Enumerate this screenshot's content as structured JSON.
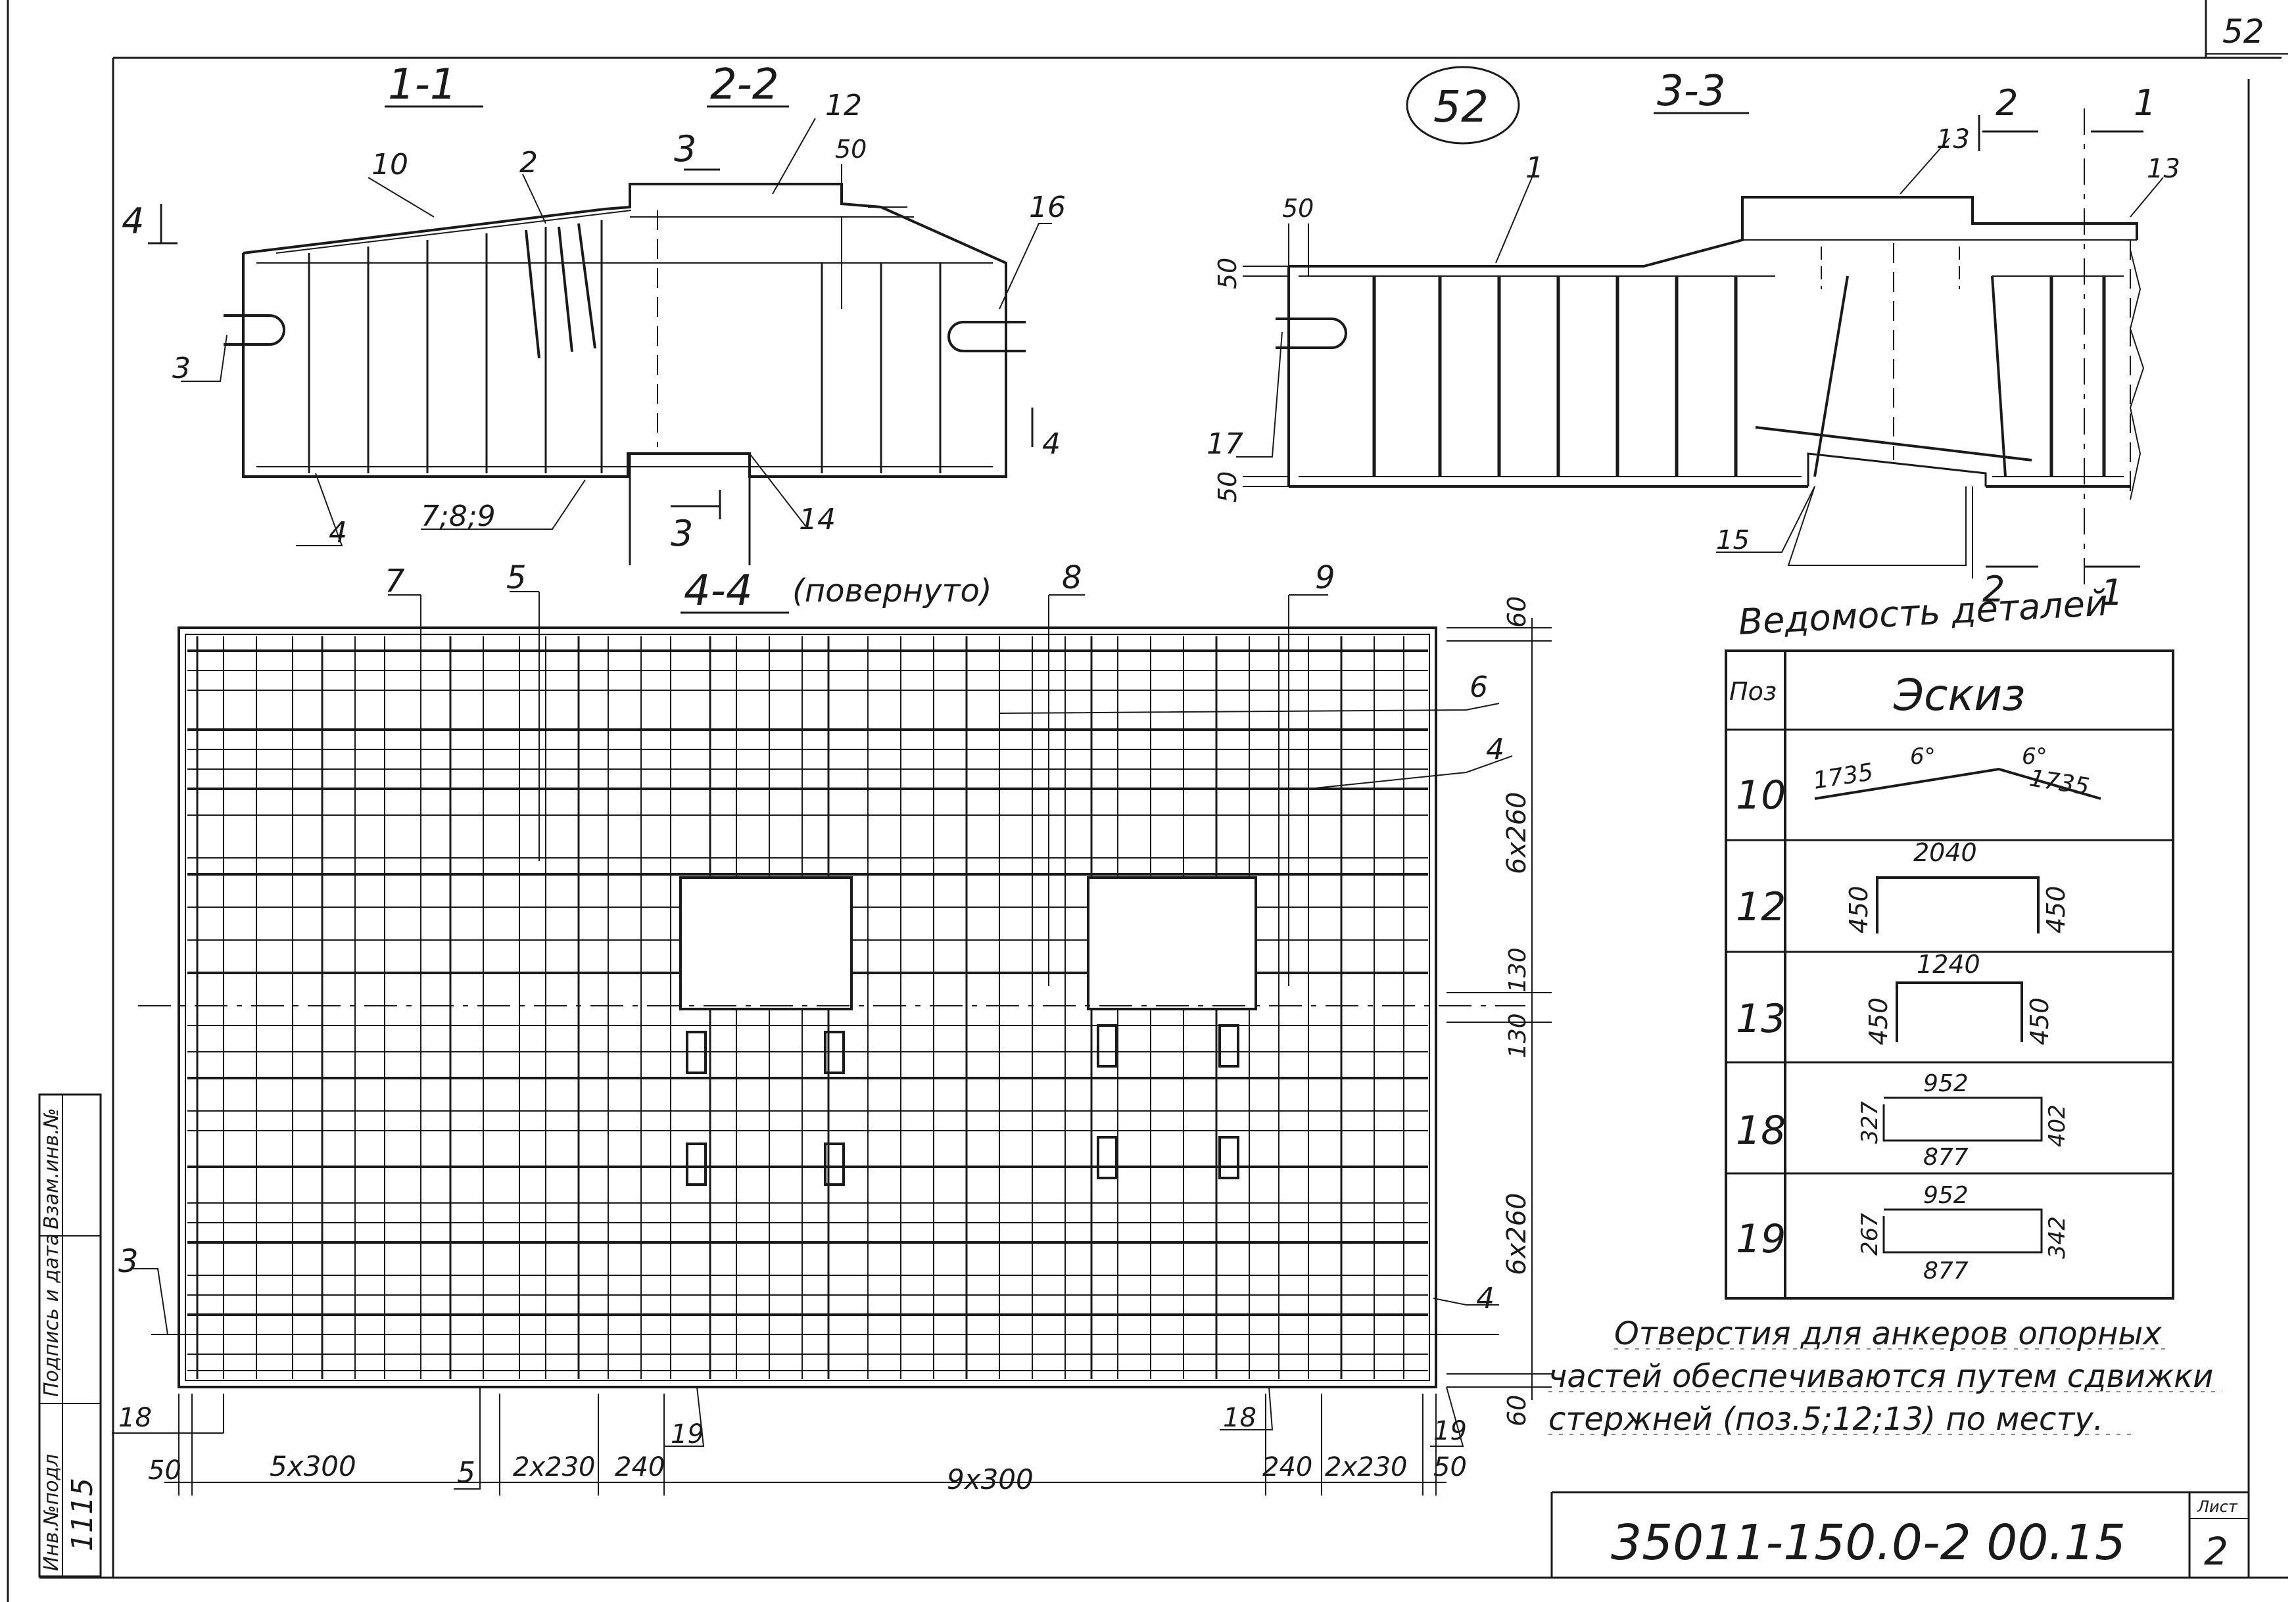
{
  "sheet": {
    "sheet_number": "52",
    "stamp": "52",
    "doc_code": "35011-150.0-2 00.15",
    "sheet_label": "Лист",
    "sheet_num": "2"
  },
  "sections": {
    "s11": "1-1",
    "s22": "2-2",
    "s33": "3-3",
    "s44": "4-4",
    "s44_note": "(повернуто)"
  },
  "details": {
    "title": "Ведомость деталей",
    "col_pos": "Поз",
    "col_sketch": "Эскиз",
    "rows": [
      {
        "pos": "10",
        "d": [
          "1735",
          "6°",
          "6°",
          "1735"
        ]
      },
      {
        "pos": "12",
        "d": [
          "2040",
          "450",
          "450"
        ]
      },
      {
        "pos": "13",
        "d": [
          "1240",
          "450",
          "450"
        ]
      },
      {
        "pos": "18",
        "d": [
          "952",
          "327",
          "402",
          "877"
        ]
      },
      {
        "pos": "19",
        "d": [
          "952",
          "267",
          "342",
          "877"
        ]
      }
    ]
  },
  "note": {
    "l1": "Отверстия для анкеров опорных",
    "l2": "частей обеспечиваются путем сдвижки",
    "l3": "стержней (поз.5;12;13) по месту."
  },
  "stamp_side": {
    "c1": "Взам.инв.№",
    "c2": "Подпись и дата",
    "c3": "Инв.№подл",
    "inv": "1115"
  },
  "plan_dims": {
    "bottom": [
      "50",
      "5x300",
      "2x230",
      "240",
      "9x300",
      "240",
      "2x230",
      "50"
    ],
    "right": [
      "60",
      "6x260",
      "130",
      "130",
      "6x260",
      "60"
    ]
  },
  "callouts": {
    "s11": [
      "4",
      "10",
      "2",
      "3",
      "4",
      "7;8;9"
    ],
    "s22": [
      "3",
      "3",
      "12",
      "50",
      "16",
      "4",
      "14"
    ],
    "s33": [
      "50",
      "50",
      "50",
      "1",
      "17",
      "13",
      "2",
      "1",
      "13",
      "15",
      "2",
      "1"
    ],
    "plan": [
      "7",
      "5",
      "8",
      "9",
      "6",
      "4",
      "3",
      "4",
      "18",
      "5",
      "19",
      "18",
      "19"
    ]
  }
}
